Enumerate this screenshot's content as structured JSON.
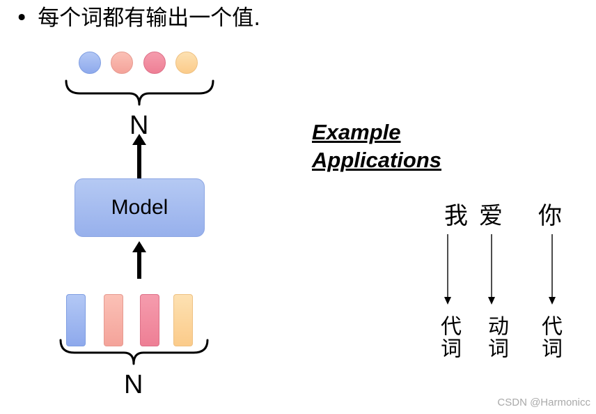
{
  "header": {
    "bullet": "•",
    "text": "每个词都有输出一个值."
  },
  "diagram": {
    "model_label": "Model",
    "output_count_label": "N",
    "input_count_label": "N"
  },
  "examples": {
    "title_line1": "Example",
    "title_line2": "Applications",
    "items": [
      {
        "word": "我",
        "tag": "代词"
      },
      {
        "word": "爱",
        "tag": "动词"
      },
      {
        "word": "你",
        "tag": "代词"
      }
    ]
  },
  "watermark": "CSDN @Harmonicc",
  "colors": {
    "blue": "#9db5ee",
    "salmon": "#f6ac a2",
    "pink": "#f088a0",
    "peach": "#fcd49b"
  }
}
